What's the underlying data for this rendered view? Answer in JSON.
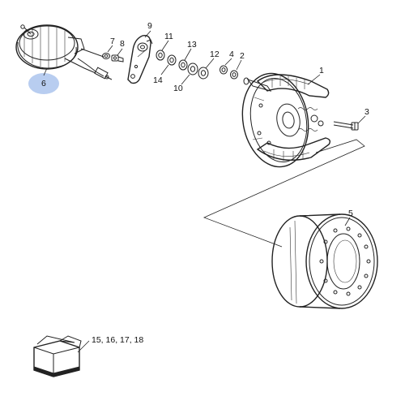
{
  "callouts": {
    "c1": "1",
    "c2": "2",
    "c3": "3",
    "c4": "4",
    "c5": "5",
    "c6": "6",
    "c7": "7",
    "c8": "8",
    "c9": "9",
    "c10": "10",
    "c11": "11",
    "c12": "12",
    "c13": "13",
    "c14": "14",
    "kit": "15, 16, 17, 18"
  },
  "colors": {
    "highlight": "#b8cdf0",
    "line": "#222222"
  }
}
